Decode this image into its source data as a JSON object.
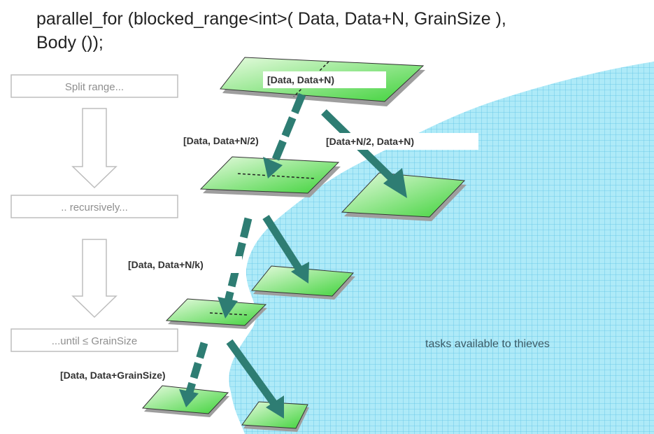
{
  "code": {
    "line1": "parallel_for (blocked_range<int>( Data, Data+N,  GrainSize ),",
    "line2": "Body ());"
  },
  "steps": [
    "Split range...",
    ".. recursively...",
    "...until ≤ GrainSize"
  ],
  "ranges": {
    "root": "[Data, Data+N)",
    "left_half": "[Data, Data+N/2)",
    "right_half": "[Data+N/2, Data+N)",
    "kth": "[Data, Data+N/k)",
    "grain": "[Data, Data+GrainSize)"
  },
  "region_label": "tasks available to thieves",
  "colors": {
    "water": "#aeeaf8",
    "water_grid": "#5fc3e6",
    "tile_light": "#e7fbe0",
    "tile_dark": "#3fd23a",
    "arrow": "#2e7d73",
    "step_border": "#bdbdbd",
    "step_text": "#8f8f8f"
  }
}
